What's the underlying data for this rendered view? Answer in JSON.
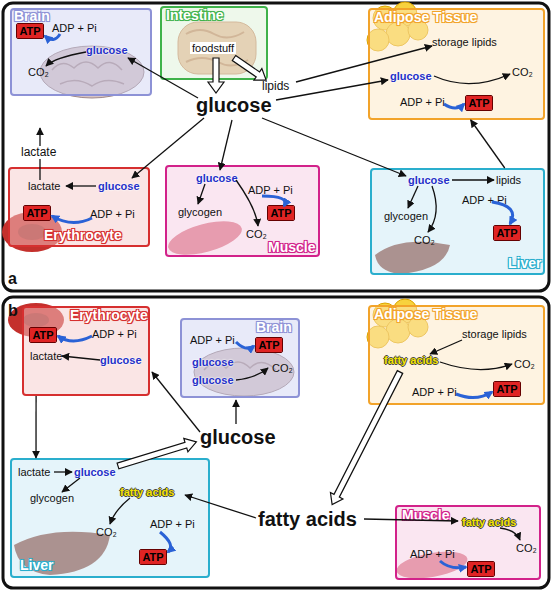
{
  "diagram": {
    "nodes": [
      {
        "text": [
          "Brain",
          "ADP + Pi",
          "glucose",
          "CO₂"
        ]
      },
      {
        "text": [
          "ATP"
        ],
        "in": 0
      },
      {
        "text": [
          "Intestine",
          "foodstuff"
        ]
      },
      {
        "text": [
          "Adipose Tissue",
          "storage lipids",
          "glucose",
          "CO₂",
          "ADP + Pi"
        ]
      },
      {
        "text": [
          "ATP"
        ],
        "in": 3
      },
      {
        "text": [
          "lactate",
          "glucose",
          "ADP + Pi",
          "Erythrocyte"
        ]
      },
      {
        "text": [
          "ATP"
        ],
        "in": 5
      },
      {
        "text": [
          "glucose",
          "ADP + Pi",
          "glycogen",
          "CO₂",
          "Muscle"
        ]
      },
      {
        "text": [
          "ATP"
        ],
        "in": 7
      },
      {
        "text": [
          "glucose",
          "lipids",
          "ADP + Pi",
          "glycogen",
          "CO₂",
          "Liver"
        ]
      },
      {
        "text": [
          "ATP"
        ],
        "in": 9
      },
      {
        "text": [
          "Erythrocyte",
          "ADP + Pi",
          "lactate",
          "glucose"
        ]
      },
      {
        "text": [
          "ATP"
        ],
        "in": 11
      },
      {
        "text": [
          "Brain",
          "ADP + Pi",
          "glucose",
          "glucose",
          "CO₂"
        ]
      },
      {
        "text": [
          "ATP"
        ],
        "in": 13
      },
      {
        "text": [
          "Adipose Tissue",
          "storage lipids",
          "fatty acids",
          "CO₂",
          "ADP + Pi"
        ]
      },
      {
        "text": [
          "ATP"
        ],
        "in": 15
      },
      {
        "text": [
          "lactate",
          "glucose",
          "glycogen",
          "fatty acids",
          "ADP + Pi",
          "CO₂",
          "Liver"
        ]
      },
      {
        "text": [
          "ATP"
        ],
        "in": 17
      },
      {
        "text": [
          "Muscle",
          "fatty acids",
          "CO₂",
          "ADP + Pi"
        ]
      },
      {
        "text": [
          "ATP"
        ],
        "in": 19
      }
    ],
    "edges": [
      {
        "from": 9,
        "to": 3,
        "arrow": "to"
      },
      {
        "from": 11,
        "to": 17,
        "arrow": "to"
      }
    ],
    "labels": [
      "a",
      "glucose",
      "lipids",
      "lactate",
      "b",
      "glucose",
      "fatty acids"
    ]
  }
}
